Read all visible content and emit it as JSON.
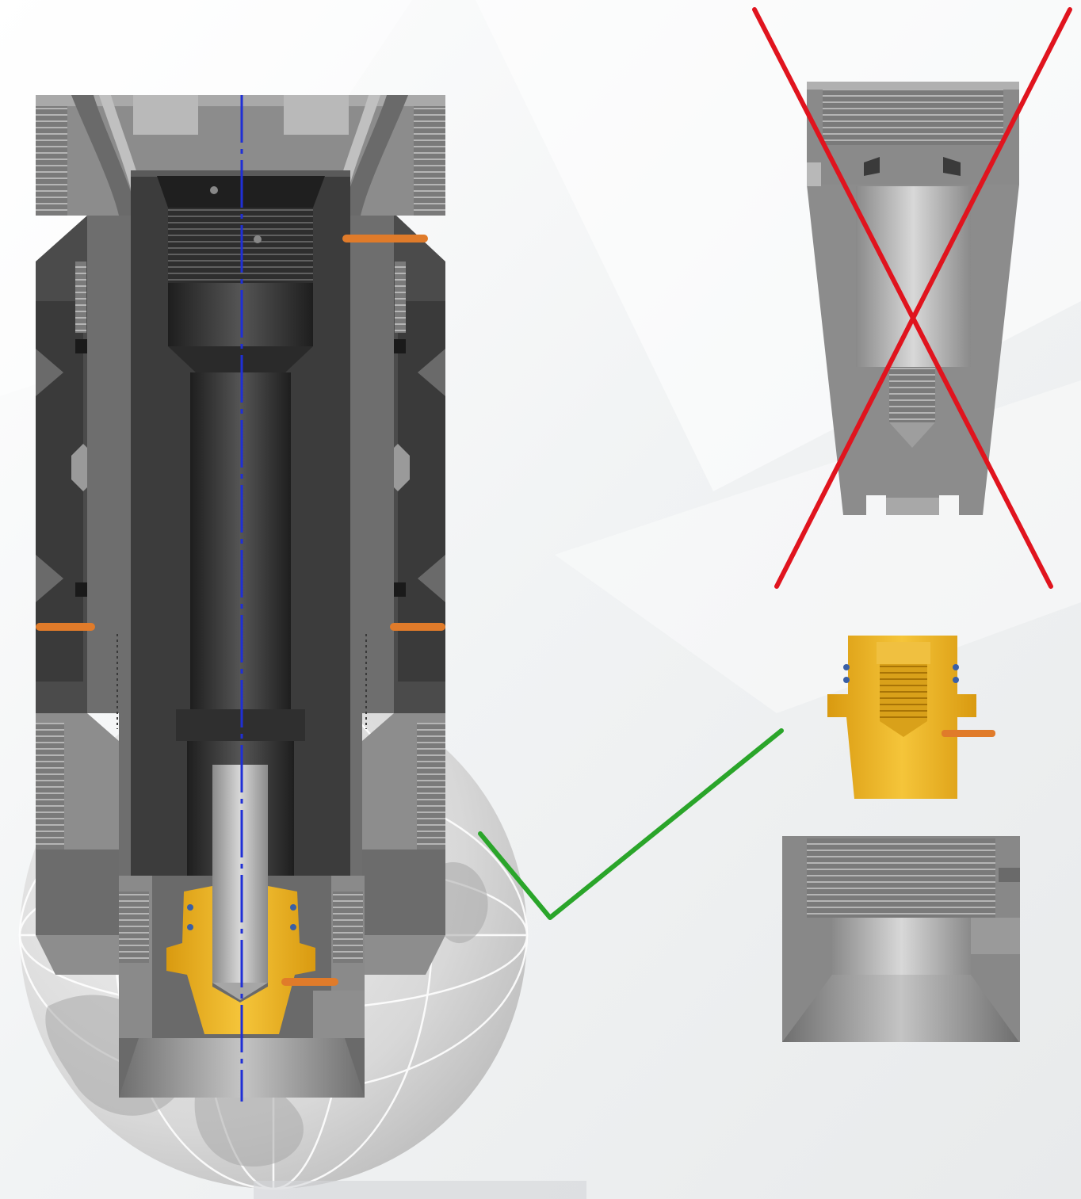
{
  "diagram": {
    "view": "cross-section",
    "colors": {
      "background": "#f5f6f7",
      "steel_light": "#9a9a9a",
      "steel_mid": "#808080",
      "steel_dark": "#4a4a4a",
      "bore_dark": "#2a2a2a",
      "highlight_part": "#e8b21e",
      "seal_ring": "#e07b2a",
      "centerline": "#1f2fd6",
      "reject_mark": "#e0141e",
      "link_line": "#2aa52a",
      "globe": "#d9d9d9"
    },
    "main_assembly": {
      "components": [
        {
          "name": "outer-housing",
          "color": "steel_mid"
        },
        {
          "name": "inner-mandrel",
          "color": "steel_dark"
        },
        {
          "name": "central-bore",
          "color": "bore_dark"
        },
        {
          "name": "nozzle-insert",
          "color": "highlight_part"
        },
        {
          "name": "seal-rings",
          "color": "seal_ring",
          "count": 4
        },
        {
          "name": "bottom-cone",
          "color": "steel_light"
        }
      ]
    },
    "old_part": {
      "status": "rejected",
      "mark_icon": "red-x-icon"
    },
    "new_parts": [
      {
        "name": "nozzle-insert",
        "color": "highlight_part"
      },
      {
        "name": "threaded-sleeve",
        "color": "steel_light"
      }
    ],
    "connector": {
      "icon": "check-mark-icon",
      "color": "link_line"
    }
  }
}
